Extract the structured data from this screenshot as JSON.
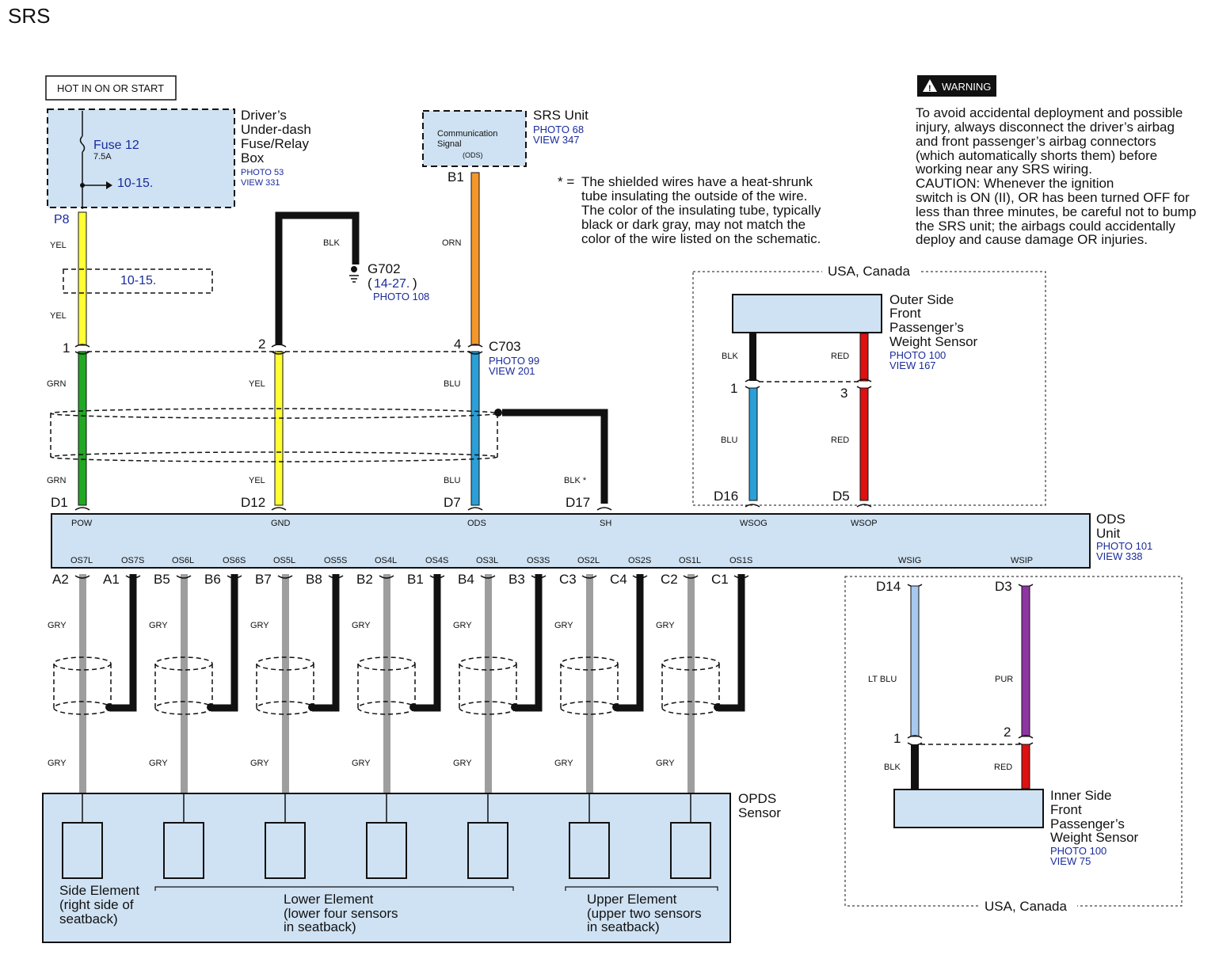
{
  "page": {
    "title": "SRS"
  },
  "power": {
    "label": "HOT IN ON OR START",
    "fuse_name": "Fuse 12",
    "fuse_rating": "7.5A",
    "ref_1": "10-15.",
    "ref_2": "10-15.",
    "fuse_box_lines": [
      "Driver’s",
      "Under-dash",
      "Fuse/Relay",
      "Box"
    ],
    "fuse_box_photo": "PHOTO 53",
    "fuse_box_view": "VIEW 331",
    "connector": "P8"
  },
  "srs_unit": {
    "name": "SRS Unit",
    "photo": "PHOTO 68",
    "view": "VIEW 347",
    "box_line1": "Communication",
    "box_line2": "Signal",
    "box_line3": "(ODS)",
    "pin": "B1"
  },
  "ground": {
    "name": "G702",
    "ref_open": "(",
    "ref": "14-27.",
    "ref_close": ")",
    "photo": "PHOTO 108"
  },
  "c703": {
    "name": "C703",
    "photo": "PHOTO 99",
    "view": "VIEW 201",
    "pin1": "1",
    "pin2": "2",
    "pin4": "4"
  },
  "note": {
    "mark": "* =",
    "lines": [
      "The shielded wires have a heat-shrunk",
      "tube insulating the outside of the wire.",
      "The color of the insulating tube, typically",
      "black or dark gray, may not match the",
      "color of the wire listed on the schematic."
    ]
  },
  "warning": {
    "badge": "WARNING",
    "lines": [
      "To avoid accidental deployment and possible",
      "injury, always disconnect the driver’s airbag",
      "and front passenger’s airbag connectors",
      "(which automatically shorts them) before",
      "working near any SRS wiring.",
      "CAUTION: Whenever the ignition",
      "switch is ON (II), OR has been turned OFF for",
      "less than three minutes, be careful not to bump",
      "the SRS unit; the airbags could accidentally",
      "deploy and cause damage OR injuries."
    ]
  },
  "outer_sensor": {
    "region": "USA, Canada",
    "lines": [
      "Outer Side",
      "Front",
      "Passenger’s",
      "Weight Sensor"
    ],
    "photo": "PHOTO 100",
    "view": "VIEW 167",
    "wire_left_top": "BLK",
    "wire_right_top": "RED",
    "wire_left_bot": "BLU",
    "wire_right_bot": "RED",
    "pin_left": "1",
    "pin_right": "3",
    "conn_left": "D16",
    "conn_right": "D5"
  },
  "inner_sensor": {
    "region": "USA, Canada",
    "lines": [
      "Inner Side",
      "Front",
      "Passenger’s",
      "Weight Sensor"
    ],
    "photo": "PHOTO 100",
    "view": "VIEW 75",
    "wire_left_top": "LT BLU",
    "wire_right_top": "PUR",
    "wire_left_bot": "BLK",
    "wire_right_bot": "RED",
    "pin_left": "1",
    "pin_right": "2",
    "conn_left": "D14",
    "conn_right": "D3"
  },
  "ods_unit": {
    "name_line1": "ODS",
    "name_line2": "Unit",
    "photo": "PHOTO 101",
    "view": "VIEW 338",
    "top_terminals": [
      "POW",
      "GND",
      "ODS",
      "SH",
      "WSOG",
      "WSOP"
    ],
    "top_connectors": [
      "D1",
      "D12",
      "D7",
      "D17"
    ],
    "bottom_terminals": [
      "OS7L",
      "OS7S",
      "OS6L",
      "OS6S",
      "OS5L",
      "OS5S",
      "OS4L",
      "OS4S",
      "OS3L",
      "OS3S",
      "OS2L",
      "OS2S",
      "OS1L",
      "OS1S",
      "WSIG",
      "WSIP"
    ],
    "bottom_connectors": [
      "A2",
      "A1",
      "B5",
      "B6",
      "B7",
      "B8",
      "B2",
      "B1",
      "B4",
      "B3",
      "C3",
      "C4",
      "C2",
      "C1"
    ]
  },
  "wires": {
    "yel": "YEL",
    "grn": "GRN",
    "blk": "BLK",
    "orn": "ORN",
    "blu": "BLU",
    "blk_star": "BLK *",
    "gry": "GRY"
  },
  "opds": {
    "name_line1": "OPDS",
    "name_line2": "Sensor",
    "side_lines": [
      "Side Element",
      "(right side of",
      "seatback)"
    ],
    "lower_lines": [
      "Lower Element",
      "(lower four sensors",
      "in seatback)"
    ],
    "upper_lines": [
      "Upper Element",
      "(upper two sensors",
      "in seatback)"
    ]
  },
  "colors": {
    "yel": "#ffff33",
    "grn": "#22a822",
    "orn": "#f5962a",
    "blu": "#2b9fd6",
    "red": "#dd1111",
    "blk": "#111111",
    "gry": "#9e9e9e",
    "ltblu": "#a7c9ef",
    "pur": "#8e35a3",
    "box": "#cfe2f3"
  }
}
